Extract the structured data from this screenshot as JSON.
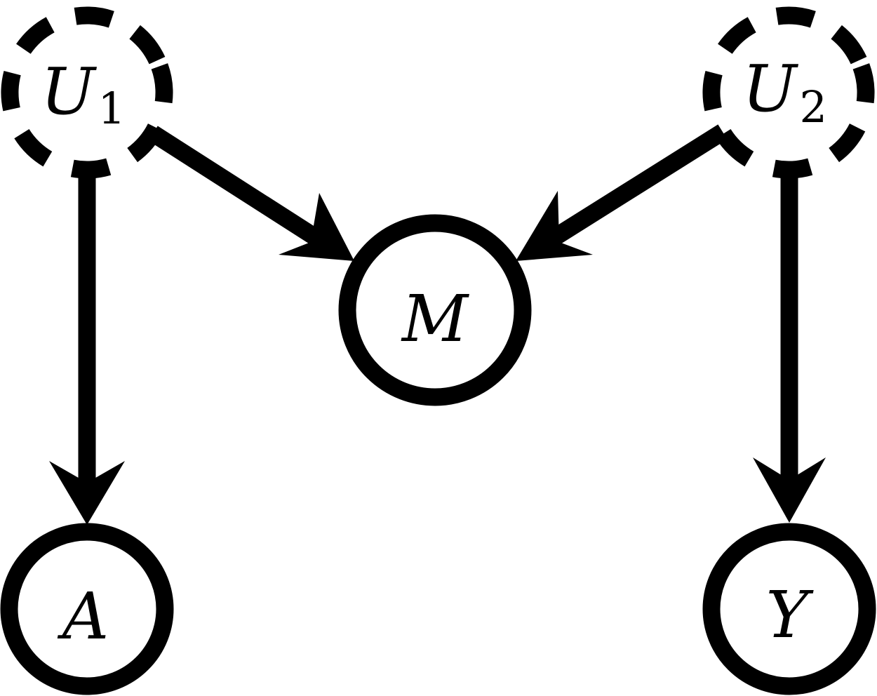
{
  "diagram": {
    "type": "causal-dag",
    "nodes": [
      {
        "id": "U1",
        "label": "U",
        "subscript": "1",
        "style": "dashed",
        "observed": false
      },
      {
        "id": "U2",
        "label": "U",
        "subscript": "2",
        "style": "dashed",
        "observed": false
      },
      {
        "id": "M",
        "label": "M",
        "subscript": "",
        "style": "solid",
        "observed": true
      },
      {
        "id": "A",
        "label": "A",
        "subscript": "",
        "style": "solid",
        "observed": true
      },
      {
        "id": "Y",
        "label": "Y",
        "subscript": "",
        "style": "solid",
        "observed": true
      }
    ],
    "edges": [
      {
        "from": "U1",
        "to": "A"
      },
      {
        "from": "U1",
        "to": "M"
      },
      {
        "from": "U2",
        "to": "M"
      },
      {
        "from": "U2",
        "to": "Y"
      }
    ],
    "colors": {
      "stroke": "#000000",
      "background": "#ffffff"
    }
  }
}
